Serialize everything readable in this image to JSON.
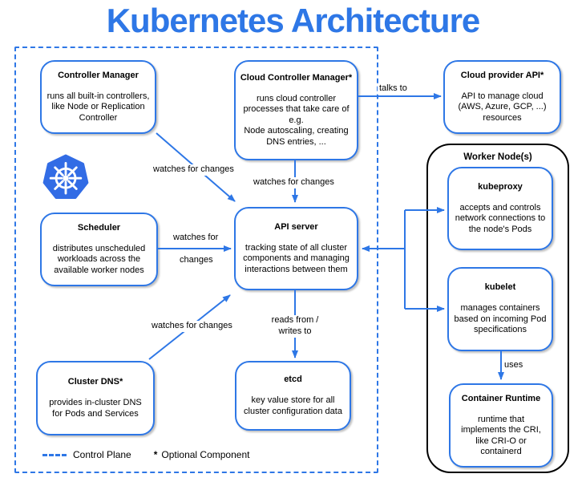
{
  "title": "Kubernetes Architecture",
  "colors": {
    "accent": "#2e77e6",
    "logo": "#326ce5",
    "ink": "#000000",
    "worker_border": "#000000"
  },
  "worker_node": {
    "title": "Worker Node(s)"
  },
  "nodes": {
    "controller_manager": {
      "title": "Controller Manager",
      "body": "runs all built-in controllers,\nlike Node or Replication\nController"
    },
    "cloud_controller_manager": {
      "title": "Cloud Controller Manager*",
      "body": "runs cloud controller\nprocesses that take care of\ne.g.\nNode autoscaling, creating\nDNS entries, ..."
    },
    "cloud_provider_api": {
      "title": "Cloud provider API*",
      "body": "API to manage cloud\n(AWS, Azure, GCP, ...)\nresources"
    },
    "scheduler": {
      "title": "Scheduler",
      "body": "distributes unscheduled\nworkloads across the\navailable worker nodes"
    },
    "api_server": {
      "title": "API server",
      "body": "tracking state of all cluster\ncomponents and managing\ninteractions between them"
    },
    "cluster_dns": {
      "title": "Cluster DNS*",
      "body": "provides in-cluster DNS\nfor Pods and Services"
    },
    "etcd": {
      "title": "etcd",
      "body": "key value store for all\ncluster configuration data"
    },
    "kubeproxy": {
      "title": "kubeproxy",
      "body": "accepts and controls\nnetwork connections to\nthe node's Pods"
    },
    "kubelet": {
      "title": "kubelet",
      "body": "manages containers\nbased on incoming Pod\nspecifications"
    },
    "container_runtime": {
      "title": "Container Runtime",
      "body": "runtime that\nimplements the CRI,\nlike CRI-O or\ncontainerd"
    }
  },
  "edges": {
    "cm_api": {
      "label": "watches for changes"
    },
    "ccm_api": {
      "label": "watches for changes"
    },
    "ccm_cloud": {
      "label": "talks to"
    },
    "scheduler_api": {
      "label_line1": "watches for",
      "label_line2": "changes"
    },
    "dns_api": {
      "label": "watches for changes"
    },
    "api_etcd": {
      "label": "reads from /\nwrites to"
    },
    "kubelet_runtime": {
      "label": "uses"
    }
  },
  "legend": {
    "control_plane_label": "Control Plane",
    "star": "*",
    "optional_label": "Optional Component"
  },
  "icons": {
    "kubernetes_logo": "heptagon-helm-wheel"
  }
}
